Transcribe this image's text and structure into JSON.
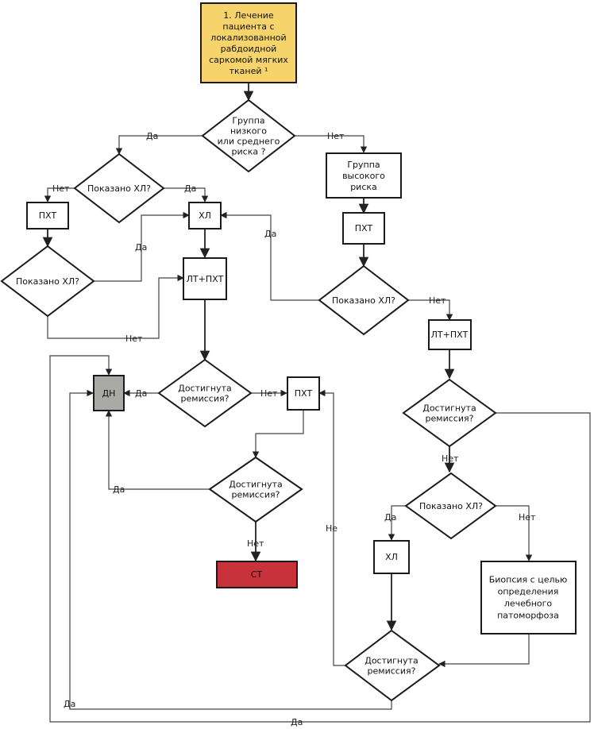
{
  "colors": {
    "start_fill": "#f6d36b",
    "stop_fill": "#c8323b",
    "dn_fill": "#a9aaa6",
    "box_fill": "#ffffff"
  },
  "nodes": {
    "start": [
      "1. Лечение",
      "пациента с",
      "локализованной",
      "рабдоидной",
      "саркомой мягких",
      "тканей ¹"
    ],
    "q_risk": [
      "Группа",
      "низкого",
      "или среднего",
      "риска ?"
    ],
    "high_risk": [
      "Группа",
      "высокого",
      "риска"
    ],
    "q_rt_left": [
      "Показано ХЛ?"
    ],
    "pkht_left": [
      "ПХТ"
    ],
    "hl_top": [
      "ХЛ"
    ],
    "q_rt_left2": [
      "Показано ХЛ?"
    ],
    "lt_pkht_center": [
      "ЛТ+ПХТ"
    ],
    "pkht_right": [
      "ПХТ"
    ],
    "q_rt_right": [
      "Показано ХЛ?"
    ],
    "lt_pkht_right": [
      "ЛТ+ПХТ"
    ],
    "q_rem_center": [
      "Достигнута",
      "ремиссия?"
    ],
    "dn": [
      "ДН"
    ],
    "pkht_mid": [
      "ПХТ"
    ],
    "q_rem_mid": [
      "Достигнута",
      "ремиссия?"
    ],
    "st": [
      "СТ"
    ],
    "q_rem_right": [
      "Достигнута",
      "ремиссия?"
    ],
    "q_rt_low": [
      "Показано ХЛ?"
    ],
    "hl_low": [
      "ХЛ"
    ],
    "biopsy": [
      "Биопсия с целью",
      "определения",
      "лечебного",
      "патоморфоза"
    ],
    "q_rem_bottom": [
      "Достигнута",
      "ремиссия?"
    ]
  },
  "edge_labels": {
    "yes": "Да",
    "no": "Нет",
    "ne": "Не"
  }
}
